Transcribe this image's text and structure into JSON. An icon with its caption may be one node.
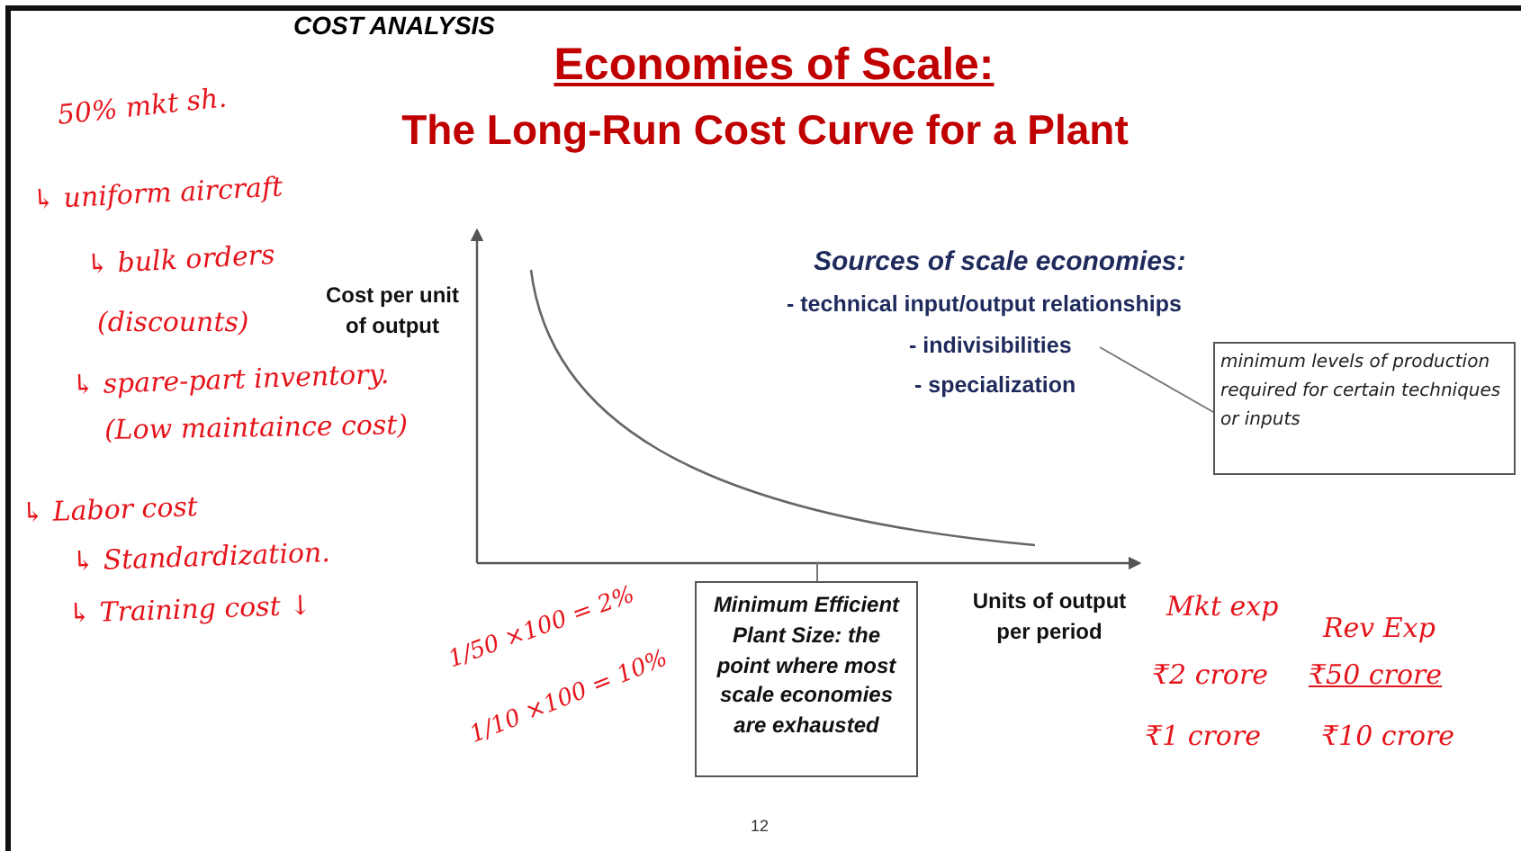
{
  "diagram": {
    "title": "Economies of Scale:",
    "nodes": [
      {
        "text": [
          "- indivisibilities"
        ]
      },
      {
        "text": [
          "minimum levels of production required for certain techniques or inputs"
        ]
      },
      {
        "text": [
          "Minimum Efficient Plant Size: the point where most scale economies are exhausted"
        ]
      }
    ],
    "edges": [
      {
        "from": 0,
        "to": 1,
        "arrow": "none"
      }
    ],
    "labels": [
      "COST ANALYSIS",
      "The Long-Run Cost Curve for a Plant",
      "Sources of scale economies:",
      "- technical input/output relationships",
      "- specialization",
      "Cost per unit of output",
      "Units of output per period",
      "12",
      "50% mkt sh.",
      "↳ uniform aircraft",
      "↳ bulk orders",
      "(discounts)",
      "↳ spare-part inventory.",
      "(Low maintaince cost)",
      "↳ Labor cost",
      "↳ Standardization.",
      "↳ Training cost ↓",
      "1/50 ×100 = 2%",
      "1/10 ×100 = 10%",
      "Mkt exp",
      "Rev Exp",
      "₹2 crore",
      "₹50 crore",
      "₹1 crore",
      "₹10 crore"
    ]
  }
}
